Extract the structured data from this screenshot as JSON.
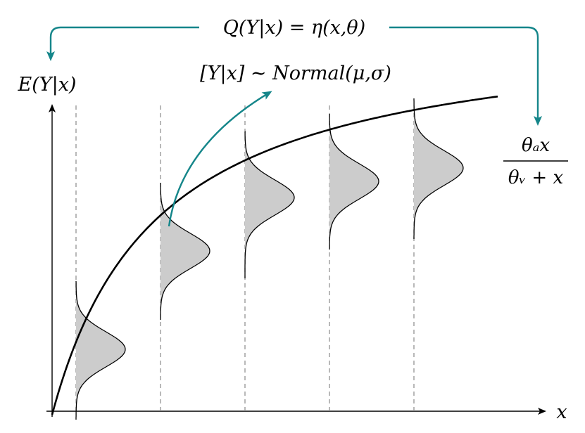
{
  "colors": {
    "accent": "#15868a",
    "density_fill": "#cccccc",
    "stroke": "#000000",
    "guide": "#8a8a8a"
  },
  "labels": {
    "top_formula": "Q(Y|x) = η(x,θ)",
    "distribution": "[Y|x] ∼ Normal(μ,σ)",
    "y_axis": "E(Y|x)",
    "x_axis": "x",
    "curve_numerator": "θₐx",
    "curve_denominator": "θᵥ + x"
  },
  "icons": [
    "arrow-right-icon",
    "arrow-up-icon",
    "arrow-down-icon"
  ]
}
